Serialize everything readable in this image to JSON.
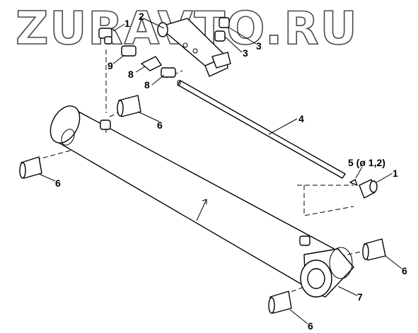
{
  "watermark": "ZURAVTO.RU",
  "callouts": {
    "c1a": "1",
    "c2": "2",
    "c3a": "3",
    "c3b": "3",
    "c9": "9",
    "c8a": "8",
    "c8b": "8",
    "c6a": "6",
    "c4": "4",
    "c6b": "6",
    "c5": "5 (ø 1,2)",
    "c1b": "1",
    "c6c": "6",
    "c7": "7",
    "c6d": "6"
  },
  "colors": {
    "line": "#000000",
    "background": "#ffffff",
    "watermark_outline": "#4a4a4a"
  }
}
